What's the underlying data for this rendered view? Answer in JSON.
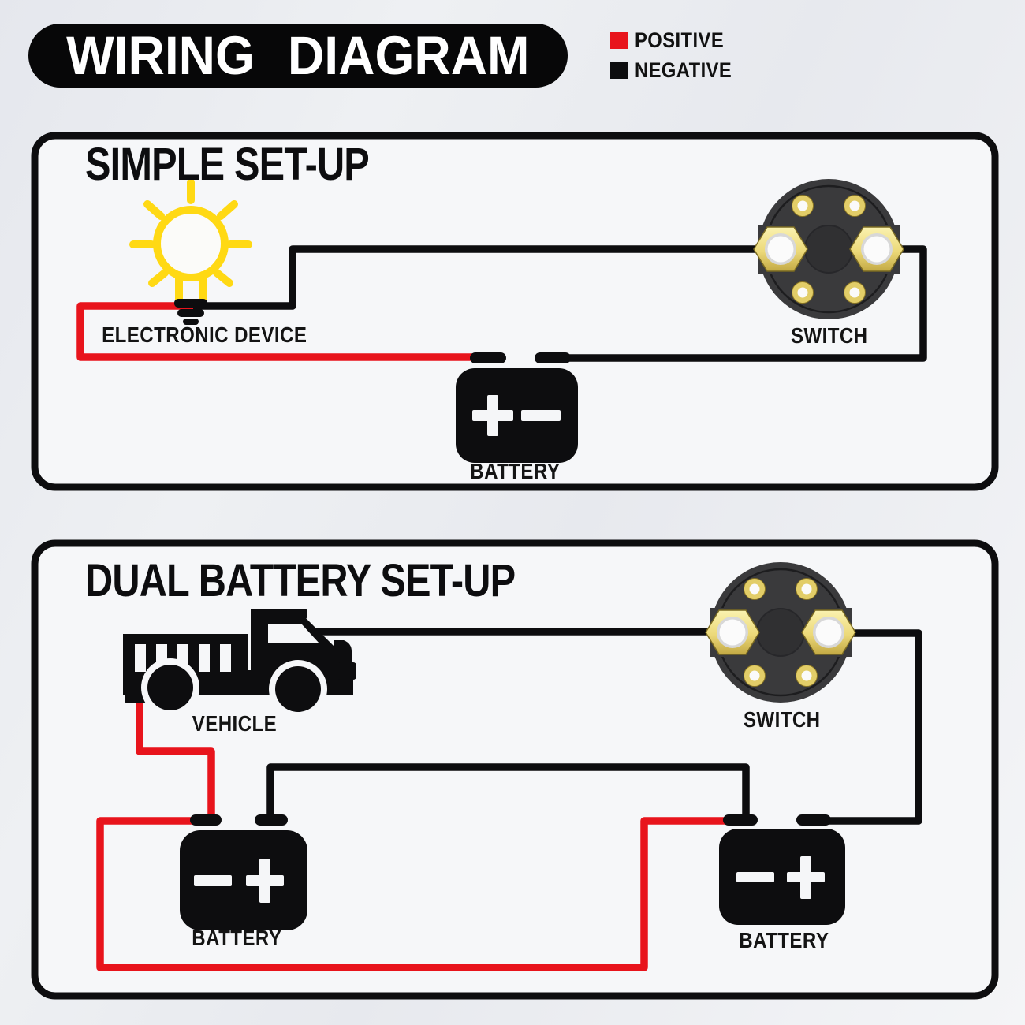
{
  "header": {
    "title": "WIRING DIAGRAM"
  },
  "legend": {
    "positive": "POSITIVE",
    "negative": "NEGATIVE"
  },
  "colors": {
    "positive": "#e8141c",
    "negative": "#0d0d0f",
    "bulb_yellow": "#ffd914",
    "brass": "#ecd979",
    "switch_body": "#3a3a3c",
    "panel_fill": "#f6f7f9"
  },
  "panel_simple": {
    "title": "SIMPLE SET-UP",
    "device": "ELECTRONIC DEVICE",
    "switch": "SWITCH",
    "battery": "BATTERY"
  },
  "panel_dual": {
    "title": "DUAL BATTERY SET-UP",
    "vehicle": "VEHICLE",
    "switch": "SWITCH",
    "battery_left": "BATTERY",
    "battery_right": "BATTERY"
  }
}
